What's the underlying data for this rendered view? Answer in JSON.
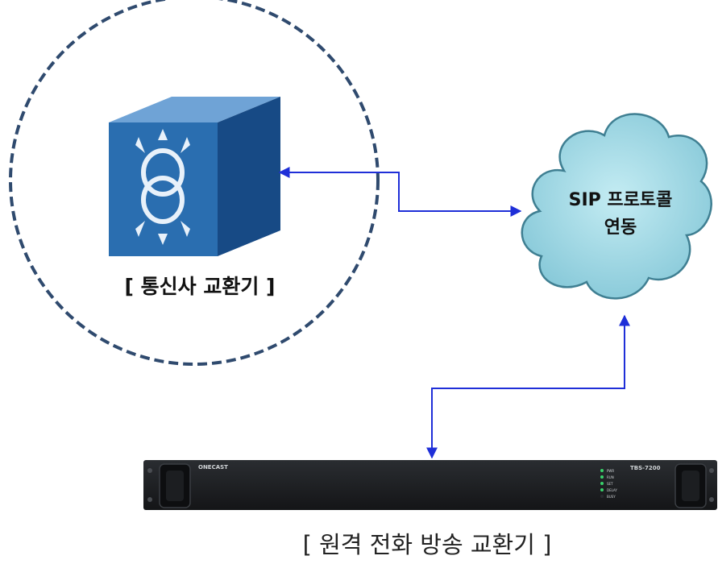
{
  "exchange": {
    "label": "[ 통신사 교환기 ]",
    "icon": "telecom-switch-icon",
    "colors": {
      "front": "#2a6eb0",
      "top": "#6fa3d6",
      "side": "#174a85",
      "symbol": "#e8f1fa"
    },
    "boundary_style": "dashed-circle",
    "boundary_color": "#2f4a6e"
  },
  "cloud": {
    "line1": "SIP 프로토콜",
    "line2": "연동",
    "icon": "cloud-icon",
    "fill": "#9bd5e2",
    "stroke": "#3f7f92"
  },
  "device": {
    "label": "[ 원격 전화 방송 교환기 ]",
    "brand": "ONECAST",
    "model": "TBS-7200",
    "indicators": [
      "PWR",
      "RUN",
      "SET",
      "DELAY",
      "BUSY"
    ],
    "icon": "rack-unit-icon",
    "body_color": "#1b1d20"
  },
  "connectors": {
    "color": "#1f2fd8"
  }
}
